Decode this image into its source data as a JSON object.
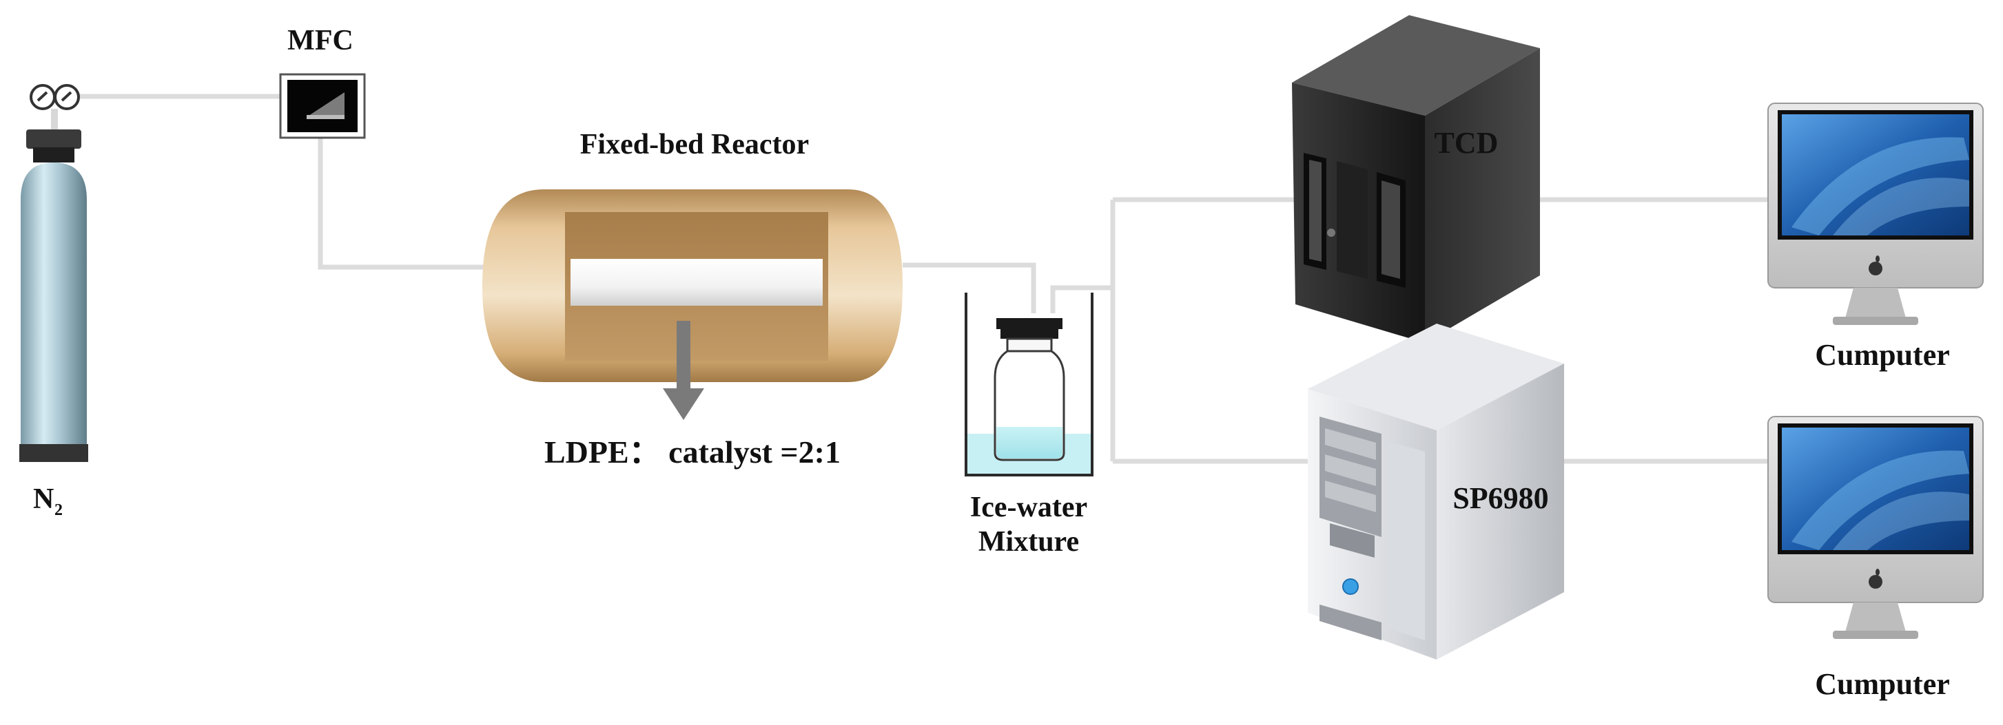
{
  "labels": {
    "mfc": "MFC",
    "reactor": "Fixed-bed Reactor",
    "ratio": "LDPE： catalyst =2:1",
    "n2_main": "N",
    "n2_sub": "2",
    "ice_line1": "Ice-water",
    "ice_line2": "Mixture",
    "tcd": "TCD",
    "sp6980": "SP6980",
    "computer_top": "Cumputer",
    "computer_bottom": "Cumputer"
  },
  "icons": [
    "gas-cylinder-icon",
    "pressure-gauge-icon",
    "mass-flow-controller-icon",
    "reactor-icon",
    "flask-icon",
    "server-tower-icon",
    "desktop-computer-icon",
    "apple-logo-icon"
  ],
  "colors": {
    "pipe": "#dcdcdc",
    "cylinder": "#a9c6d2",
    "reactor_shell": "#d9b27a",
    "reactor_core": "#b48a55",
    "tcd_case": "#2a2a2a",
    "sp_case": "#cfd2d6",
    "screen": "#1f5fae",
    "arrow": "#7a7a7a"
  }
}
